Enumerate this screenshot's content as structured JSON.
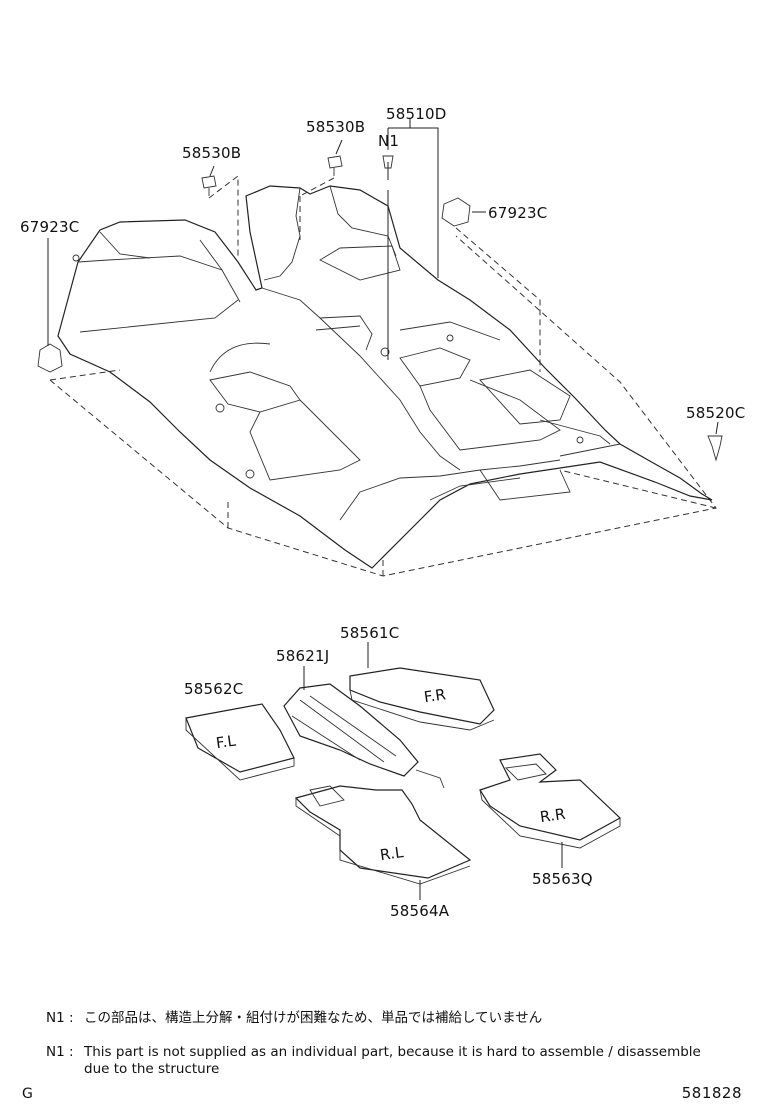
{
  "parts": {
    "p58510D": "58510D",
    "pN1": "N1",
    "p58530B_top": "58530B",
    "p58530B_left": "58530B",
    "p67923C_left": "67923C",
    "p67923C_right": "67923C",
    "p58520C": "58520C",
    "p58561C": "58561C",
    "p58621J": "58621J",
    "p58562C": "58562C",
    "p58564A": "58564A",
    "p58563Q": "58563Q"
  },
  "mat_marks": {
    "fr": "F.R",
    "fl": "F.L",
    "rl": "R.L",
    "rr": "R.R"
  },
  "notes": {
    "jp_tag": "N1 :",
    "jp_text": "この部品は、構造上分解・組付けが困難なため、単品では補給していません",
    "en_tag": "N1 :",
    "en_text_1": "This part is not supplied as an individual part, because it is hard to assemble / disassemble",
    "en_text_2": "due to the structure"
  },
  "footer": {
    "left_code": "G",
    "figure_id": "581828"
  }
}
